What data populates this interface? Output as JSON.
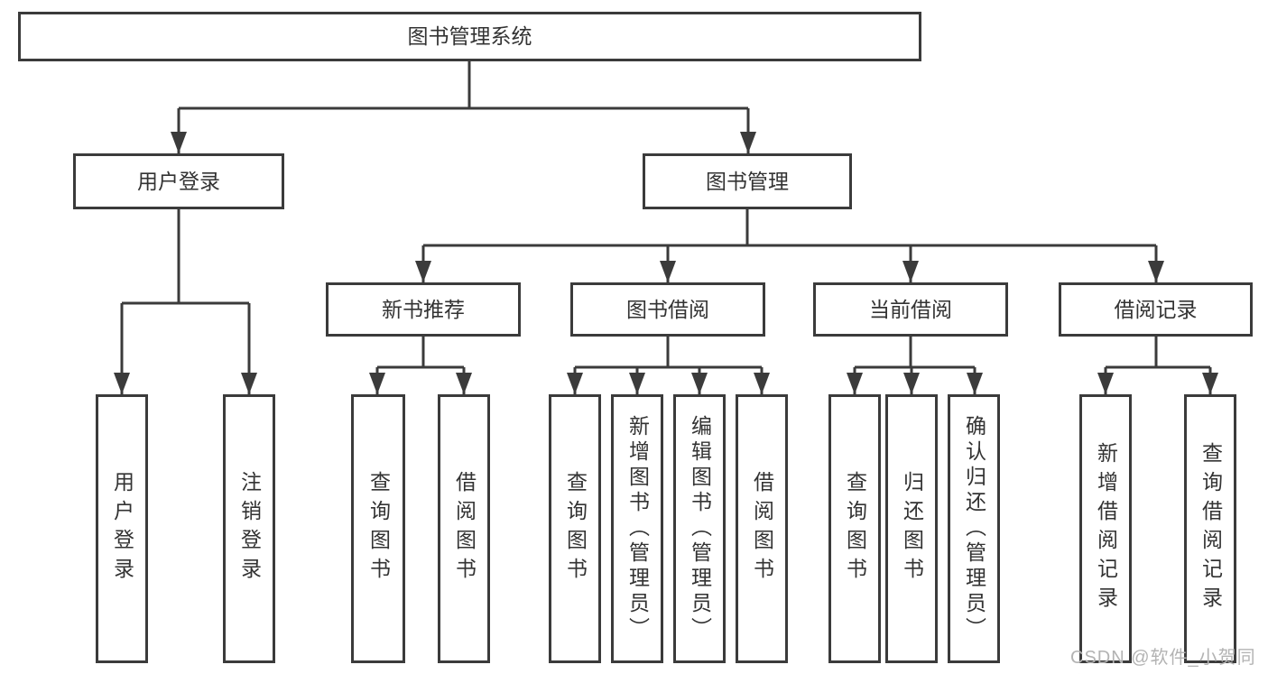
{
  "diagram": {
    "root": {
      "label": "图书管理系统"
    },
    "branches": [
      {
        "label": "用户登录",
        "children": [
          "用户登录",
          "注销登录"
        ]
      },
      {
        "label": "图书管理",
        "children": [
          {
            "label": "新书推荐",
            "children": [
              "查询图书",
              "借阅图书"
            ]
          },
          {
            "label": "图书借阅",
            "children": [
              "查询图书",
              "新增图书（管理员）",
              "编辑图书（管理员）",
              "借阅图书"
            ]
          },
          {
            "label": "当前借阅",
            "children": [
              "查询图书",
              "归还图书",
              "确认归还（管理员）"
            ]
          },
          {
            "label": "借阅记录",
            "children": [
              "新增借阅记录",
              "查询借阅记录"
            ]
          }
        ]
      }
    ]
  },
  "watermark": {
    "text": "CSDN @软件_小贺同学"
  },
  "colors": {
    "line": "#3b3b3b",
    "text": "#333333",
    "watermark": "#b3b3b3",
    "background": "#ffffff"
  }
}
